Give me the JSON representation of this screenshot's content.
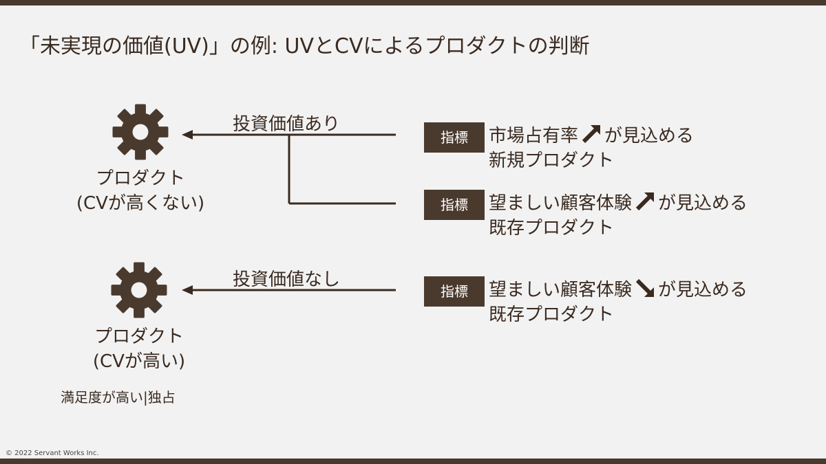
{
  "title": "「未実現の価値(UV)」の例:  UVとCVによるプロダクトの判断",
  "footer": "© 2022 Servant Works Inc.",
  "colors": {
    "dark_brown": "#4a3a2e",
    "background": "#f2f2f2",
    "text": "#3a2a20"
  },
  "products": [
    {
      "name": "プロダクト",
      "cv": "(CVが高くない)",
      "icon": "gear-icon"
    },
    {
      "name": "プロダクト",
      "cv": "(CVが高い)",
      "note": "満足度が高い|独占",
      "icon": "gear-icon"
    }
  ],
  "edges": [
    {
      "label": "投資価値あり"
    },
    {
      "label": "投資価値なし"
    }
  ],
  "metrics": [
    {
      "badge": "指標",
      "line1_before": "市場占有率",
      "trend": "up",
      "line1_after": "が見込める",
      "line2": "新規プロダクト"
    },
    {
      "badge": "指標",
      "line1_before": "望ましい顧客体験",
      "trend": "up",
      "line1_after": "が見込める",
      "line2": "既存プロダクト"
    },
    {
      "badge": "指標",
      "line1_before": "望ましい顧客体験",
      "trend": "down",
      "line1_after": "が見込める",
      "line2": "既存プロダクト"
    }
  ]
}
